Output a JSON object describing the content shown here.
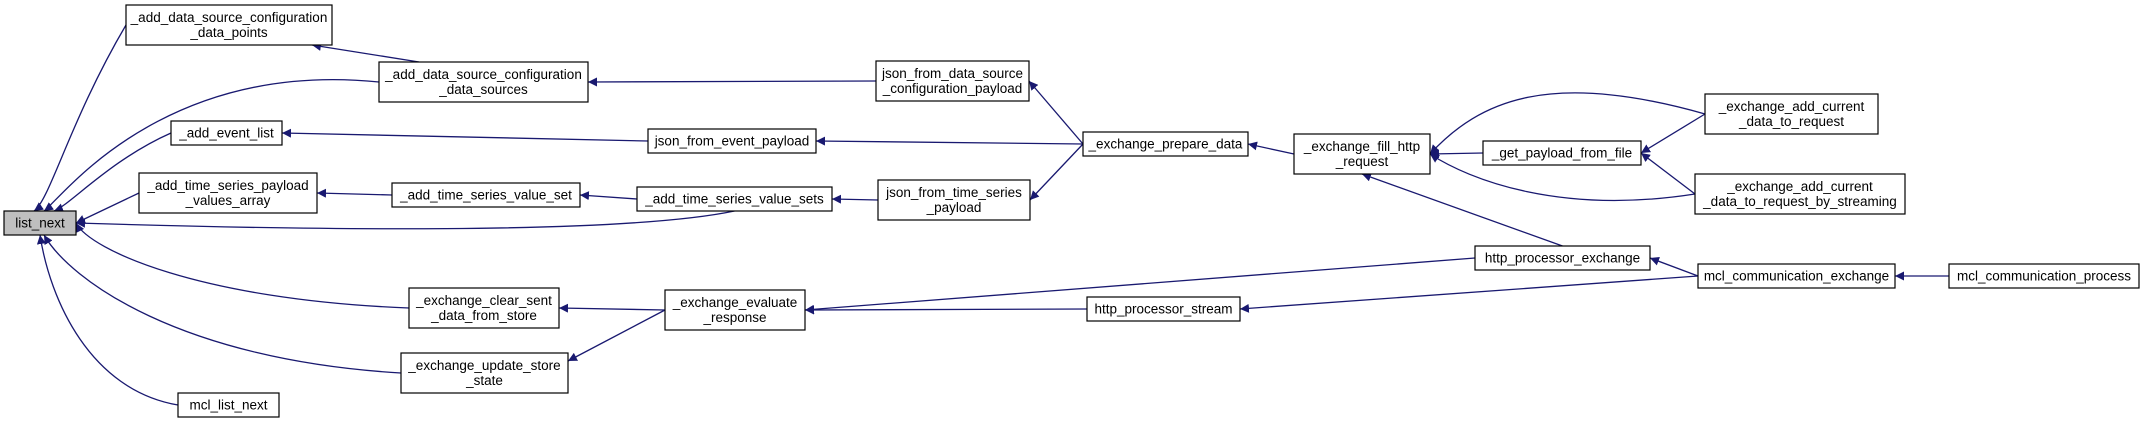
{
  "graph": {
    "edge_color": "#191970",
    "root_fill": "#bfbfbf",
    "nodes": [
      {
        "id": "list_next",
        "lines": [
          "list_next"
        ],
        "root": true
      },
      {
        "id": "add_dsc_dp",
        "lines": [
          "_add_data_source_configuration",
          "_data_points"
        ]
      },
      {
        "id": "add_dsc_ds",
        "lines": [
          "_add_data_source_configuration",
          "_data_sources"
        ]
      },
      {
        "id": "add_event_list",
        "lines": [
          "_add_event_list"
        ]
      },
      {
        "id": "add_tsp_va",
        "lines": [
          "_add_time_series_payload",
          "_values_array"
        ]
      },
      {
        "id": "add_tsvs",
        "lines": [
          "_add_time_series_value_set"
        ]
      },
      {
        "id": "add_tsvss",
        "lines": [
          "_add_time_series_value_sets"
        ]
      },
      {
        "id": "ex_clear",
        "lines": [
          "_exchange_clear_sent",
          "_data_from_store"
        ]
      },
      {
        "id": "ex_update",
        "lines": [
          "_exchange_update_store",
          "_state"
        ]
      },
      {
        "id": "mcl_list_next",
        "lines": [
          "mcl_list_next"
        ]
      },
      {
        "id": "json_dsc",
        "lines": [
          "json_from_data_source",
          "_configuration_payload"
        ]
      },
      {
        "id": "json_event",
        "lines": [
          "json_from_event_payload"
        ]
      },
      {
        "id": "json_ts",
        "lines": [
          "json_from_time_series",
          "_payload"
        ]
      },
      {
        "id": "ex_eval",
        "lines": [
          "_exchange_evaluate",
          "_response"
        ]
      },
      {
        "id": "ex_prep",
        "lines": [
          "_exchange_prepare_data"
        ]
      },
      {
        "id": "http_stream",
        "lines": [
          "http_processor_stream"
        ]
      },
      {
        "id": "ex_fill",
        "lines": [
          "_exchange_fill_http",
          "_request"
        ]
      },
      {
        "id": "http_exchange",
        "lines": [
          "http_processor_exchange"
        ]
      },
      {
        "id": "get_payload",
        "lines": [
          "_get_payload_from_file"
        ]
      },
      {
        "id": "ex_add_cd",
        "lines": [
          "_exchange_add_current",
          "_data_to_request"
        ]
      },
      {
        "id": "ex_add_cd_s",
        "lines": [
          "_exchange_add_current",
          "_data_to_request_by_streaming"
        ]
      },
      {
        "id": "mcl_comm_ex",
        "lines": [
          "mcl_communication_exchange"
        ]
      },
      {
        "id": "mcl_comm_proc",
        "lines": [
          "mcl_communication_process"
        ]
      }
    ],
    "edges": [
      {
        "from": "add_dsc_dp",
        "to": "list_next"
      },
      {
        "from": "add_dsc_ds",
        "to": "list_next"
      },
      {
        "from": "add_event_list",
        "to": "list_next"
      },
      {
        "from": "add_tsp_va",
        "to": "list_next"
      },
      {
        "from": "add_tsvss",
        "to": "list_next"
      },
      {
        "from": "ex_clear",
        "to": "list_next"
      },
      {
        "from": "ex_update",
        "to": "list_next"
      },
      {
        "from": "mcl_list_next",
        "to": "list_next"
      },
      {
        "from": "add_dsc_ds",
        "to": "add_dsc_dp"
      },
      {
        "from": "json_dsc",
        "to": "add_dsc_ds"
      },
      {
        "from": "json_event",
        "to": "add_event_list"
      },
      {
        "from": "add_tsvs",
        "to": "add_tsp_va"
      },
      {
        "from": "add_tsvss",
        "to": "add_tsvs"
      },
      {
        "from": "json_ts",
        "to": "add_tsvss"
      },
      {
        "from": "ex_eval",
        "to": "ex_clear"
      },
      {
        "from": "ex_eval",
        "to": "ex_update"
      },
      {
        "from": "ex_prep",
        "to": "json_dsc"
      },
      {
        "from": "ex_prep",
        "to": "json_event"
      },
      {
        "from": "ex_prep",
        "to": "json_ts"
      },
      {
        "from": "ex_fill",
        "to": "ex_prep"
      },
      {
        "from": "get_payload",
        "to": "ex_fill"
      },
      {
        "from": "ex_add_cd",
        "to": "ex_fill"
      },
      {
        "from": "ex_add_cd_s",
        "to": "ex_fill"
      },
      {
        "from": "http_exchange",
        "to": "ex_fill"
      },
      {
        "from": "ex_add_cd",
        "to": "get_payload"
      },
      {
        "from": "ex_add_cd_s",
        "to": "get_payload"
      },
      {
        "from": "http_exchange",
        "to": "ex_eval"
      },
      {
        "from": "http_stream",
        "to": "ex_eval"
      },
      {
        "from": "mcl_comm_ex",
        "to": "http_exchange"
      },
      {
        "from": "mcl_comm_ex",
        "to": "http_stream"
      },
      {
        "from": "mcl_comm_proc",
        "to": "mcl_comm_ex"
      }
    ]
  }
}
